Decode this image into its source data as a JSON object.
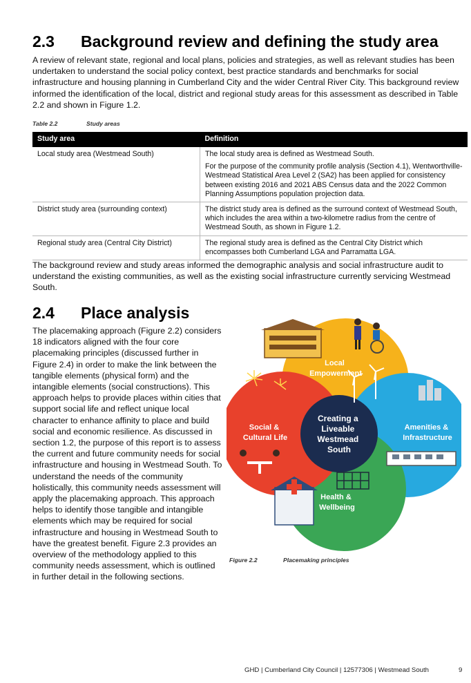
{
  "section_2_3": {
    "number": "2.3",
    "title": "Background review and defining the study area",
    "paragraph": "A review of relevant state, regional and local plans, policies and strategies, as well as relevant studies has been undertaken to understand the social policy context, best practice standards and benchmarks for social infrastructure and housing planning in Cumberland City and the wider Central River City. This background review informed the identification of the local, district and regional study areas for this assessment as described in Table 2.2 and shown in Figure  1.2."
  },
  "table_2_2": {
    "label": "Table 2.2",
    "caption": "Study areas",
    "headers": [
      "Study area",
      "Definition"
    ],
    "rows": [
      {
        "area": "Local study area (Westmead South)",
        "definition": [
          "The local study area is defined as Westmead South.",
          "For the purpose of the community profile analysis (Section 4.1), Wentworthville-Westmead Statistical Area Level 2 (SA2) has been applied for consistency between existing 2016 and 2021 ABS Census data and the 2022 Common Planning Assumptions population projection data."
        ]
      },
      {
        "area": "District study area (surrounding context)",
        "definition": [
          "The district study area is defined as the surround context of Westmead South, which includes the area within a two-kilometre radius from the centre of Westmead South, as shown in Figure  1.2."
        ]
      },
      {
        "area": "Regional study area (Central City District)",
        "definition": [
          "The regional study area is defined as the Central City District which encompasses both Cumberland LGA and Parramatta LGA."
        ]
      }
    ]
  },
  "after_table_paragraph": "The background review and study areas informed the demographic analysis and social infrastructure audit to understand the existing communities, as well as the existing social infrastructure currently servicing Westmead South.",
  "section_2_4": {
    "number": "2.4",
    "title": "Place analysis",
    "paragraph": "The placemaking approach (Figure 2.2) considers 18 indicators aligned with the four core placemaking principles (discussed further in Figure  2.4) in order to make the link between the tangible elements (physical form) and the intangible elements (social constructions). This approach helps to provide places within cities that support social life and reflect unique local character to enhance affinity to place and build social and economic resilience. As discussed in section 1.2, the purpose of this report is to assess the current and future community needs for social infrastructure and housing in Westmead South. To understand the needs of the community holistically, this community needs assessment will apply the placemaking approach. This approach helps to identify those tangible and intangible elements which may be required for social infrastructure and housing in Westmead South to have the greatest benefit. Figure 2.3 provides an overview of the methodology applied to this community needs assessment, which is outlined in further detail in the following sections."
  },
  "figure_2_2": {
    "label": "Figure 2.2",
    "caption": "Placemaking principles",
    "center": [
      "Creating a",
      "Liveable",
      "Westmead",
      "South"
    ],
    "petals": {
      "local_empowerment": [
        "Local",
        "Empowerment"
      ],
      "amenities": [
        "Amenities &",
        "Infrastructure"
      ],
      "social": [
        "Social &",
        "Cultural Life"
      ],
      "health": [
        "Health &",
        "Wellbeing"
      ]
    },
    "colors": {
      "yellow": "#f6b21b",
      "blue": "#27a9df",
      "red": "#e8412c",
      "green": "#3aa655",
      "center": "#1b2c4f"
    }
  },
  "footer": {
    "text": "GHD | Cumberland City Council | 12577306 | Westmead South",
    "page": "9"
  }
}
